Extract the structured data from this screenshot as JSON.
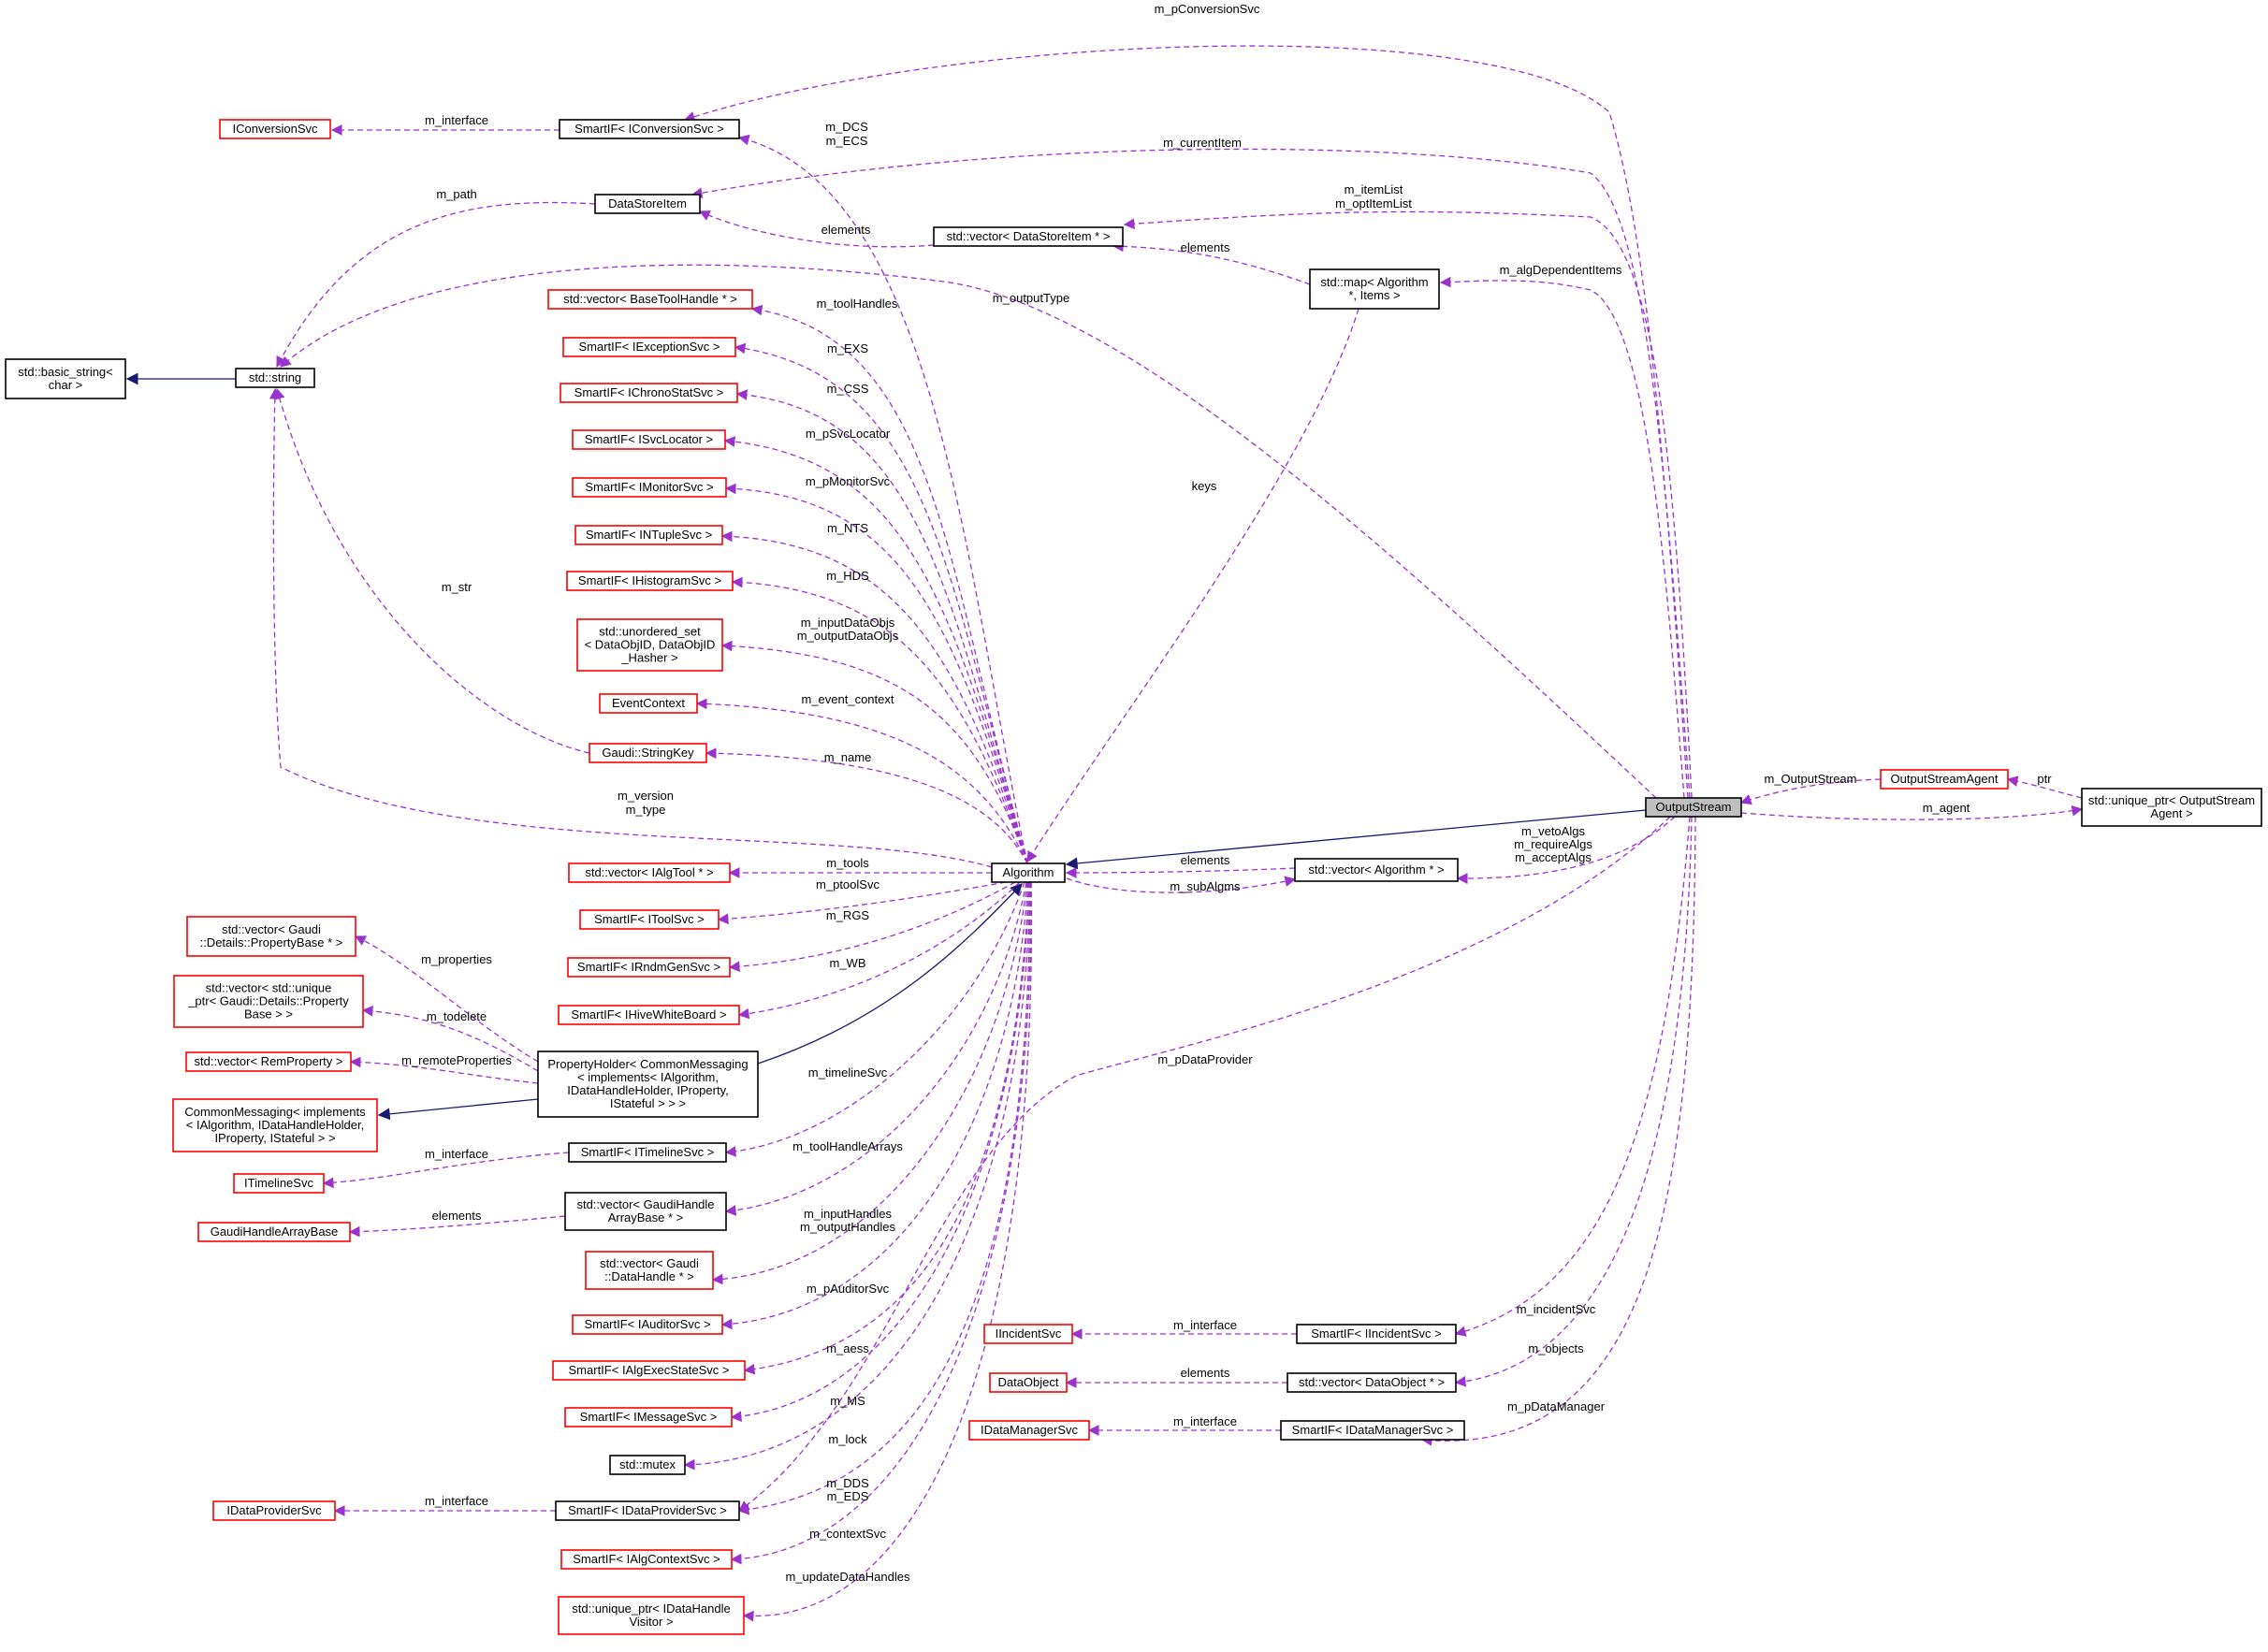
{
  "diagram": {
    "nodes": [
      {
        "id": "stdbasic",
        "lines": [
          "std::basic_string<",
          "char >"
        ],
        "style": "black"
      },
      {
        "id": "stdstring",
        "lines": [
          "std::string"
        ],
        "style": "black"
      },
      {
        "id": "iconversionsvc",
        "lines": [
          "IConversionSvc"
        ],
        "style": "red"
      },
      {
        "id": "smartif_iconv",
        "lines": [
          "SmartIF< IConversionSvc >"
        ],
        "style": "black"
      },
      {
        "id": "datastoreitem",
        "lines": [
          "DataStoreItem"
        ],
        "style": "black"
      },
      {
        "id": "vec_dsi",
        "lines": [
          "std::vector< DataStoreItem * >"
        ],
        "style": "black"
      },
      {
        "id": "map_alg",
        "lines": [
          "std::map< Algorithm",
          "*, Items >"
        ],
        "style": "black"
      },
      {
        "id": "vec_basetool",
        "lines": [
          "std::vector< BaseToolHandle * >"
        ],
        "style": "red"
      },
      {
        "id": "smartif_exc",
        "lines": [
          "SmartIF< IExceptionSvc >"
        ],
        "style": "red"
      },
      {
        "id": "smartif_chrono",
        "lines": [
          "SmartIF< IChronoStatSvc >"
        ],
        "style": "red"
      },
      {
        "id": "smartif_svcloc",
        "lines": [
          "SmartIF< ISvcLocator >"
        ],
        "style": "red"
      },
      {
        "id": "smartif_monitor",
        "lines": [
          "SmartIF< IMonitorSvc >"
        ],
        "style": "red"
      },
      {
        "id": "smartif_ntuple",
        "lines": [
          "SmartIF< INTupleSvc >"
        ],
        "style": "red"
      },
      {
        "id": "smartif_histo",
        "lines": [
          "SmartIF< IHistogramSvc >"
        ],
        "style": "red"
      },
      {
        "id": "unordered_set",
        "lines": [
          "std::unordered_set",
          "< DataObjID, DataObjID",
          "_Hasher >"
        ],
        "style": "red"
      },
      {
        "id": "eventcontext",
        "lines": [
          "EventContext"
        ],
        "style": "red"
      },
      {
        "id": "stringkey",
        "lines": [
          "Gaudi::StringKey"
        ],
        "style": "red"
      },
      {
        "id": "vec_ialgtool",
        "lines": [
          "std::vector< IAlgTool * >"
        ],
        "style": "red"
      },
      {
        "id": "smartif_toolsvc",
        "lines": [
          "SmartIF< IToolSvc >"
        ],
        "style": "red"
      },
      {
        "id": "smartif_rndm",
        "lines": [
          "SmartIF< IRndmGenSvc >"
        ],
        "style": "red"
      },
      {
        "id": "smartif_hive",
        "lines": [
          "SmartIF< IHiveWhiteBoard >"
        ],
        "style": "red"
      },
      {
        "id": "vec_propbase",
        "lines": [
          "std::vector< Gaudi",
          "::Details::PropertyBase * >"
        ],
        "style": "red"
      },
      {
        "id": "vec_uniqueprop",
        "lines": [
          "std::vector< std::unique",
          "_ptr< Gaudi::Details::Property",
          "Base > >"
        ],
        "style": "red"
      },
      {
        "id": "vec_remprop",
        "lines": [
          "std::vector< RemProperty >"
        ],
        "style": "red"
      },
      {
        "id": "commonmsg",
        "lines": [
          "CommonMessaging< implements",
          "< IAlgorithm, IDataHandleHolder,",
          "IProperty, IStateful > >"
        ],
        "style": "red"
      },
      {
        "id": "propholder",
        "lines": [
          "PropertyHolder< CommonMessaging",
          "< implements< IAlgorithm,",
          "IDataHandleHolder, IProperty,",
          "IStateful > > >"
        ],
        "style": "black"
      },
      {
        "id": "itimelinesvc",
        "lines": [
          "ITimelineSvc"
        ],
        "style": "red"
      },
      {
        "id": "smartif_timeline",
        "lines": [
          "SmartIF< ITimelineSvc >"
        ],
        "style": "black"
      },
      {
        "id": "gaudihandlearraybase",
        "lines": [
          "GaudiHandleArrayBase"
        ],
        "style": "red"
      },
      {
        "id": "vec_gaudihandlearray",
        "lines": [
          "std::vector< GaudiHandle",
          "ArrayBase * >"
        ],
        "style": "black"
      },
      {
        "id": "vec_datahandle",
        "lines": [
          "std::vector< Gaudi",
          "::DataHandle * >"
        ],
        "style": "red"
      },
      {
        "id": "smartif_auditor",
        "lines": [
          "SmartIF< IAuditorSvc >"
        ],
        "style": "red"
      },
      {
        "id": "smartif_algexec",
        "lines": [
          "SmartIF< IAlgExecStateSvc >"
        ],
        "style": "red"
      },
      {
        "id": "smartif_message",
        "lines": [
          "SmartIF< IMessageSvc >"
        ],
        "style": "red"
      },
      {
        "id": "stdmutex",
        "lines": [
          "std::mutex"
        ],
        "style": "black"
      },
      {
        "id": "idataprovidersvc",
        "lines": [
          "IDataProviderSvc"
        ],
        "style": "red"
      },
      {
        "id": "smartif_dataprov",
        "lines": [
          "SmartIF< IDataProviderSvc >"
        ],
        "style": "black"
      },
      {
        "id": "smartif_algctx",
        "lines": [
          "SmartIF< IAlgContextSvc >"
        ],
        "style": "red"
      },
      {
        "id": "uniq_visitor",
        "lines": [
          "std::unique_ptr< IDataHandle",
          "Visitor >"
        ],
        "style": "red"
      },
      {
        "id": "algorithm",
        "lines": [
          "Algorithm"
        ],
        "style": "black"
      },
      {
        "id": "vec_algorithm",
        "lines": [
          "std::vector< Algorithm * >"
        ],
        "style": "black"
      },
      {
        "id": "outputstream",
        "lines": [
          "OutputStream"
        ],
        "style": "selected"
      },
      {
        "id": "osagent",
        "lines": [
          "OutputStreamAgent"
        ],
        "style": "red"
      },
      {
        "id": "uniq_osagent",
        "lines": [
          "std::unique_ptr< OutputStream",
          "Agent >"
        ],
        "style": "black"
      },
      {
        "id": "iincidentsvc",
        "lines": [
          "IIncidentSvc"
        ],
        "style": "red"
      },
      {
        "id": "smartif_incident",
        "lines": [
          "SmartIF< IIncidentSvc >"
        ],
        "style": "black"
      },
      {
        "id": "dataobject",
        "lines": [
          "DataObject"
        ],
        "style": "red"
      },
      {
        "id": "vec_dataobject",
        "lines": [
          "std::vector< DataObject * >"
        ],
        "style": "black"
      },
      {
        "id": "idatamanagersvc",
        "lines": [
          "IDataManagerSvc"
        ],
        "style": "red"
      },
      {
        "id": "smartif_datamgr",
        "lines": [
          "SmartIF< IDataManagerSvc >"
        ],
        "style": "black"
      }
    ],
    "edges": [
      {
        "id": "e_basic_string",
        "kind": "inherits",
        "label": []
      },
      {
        "id": "e_algorithm_os",
        "kind": "inherits",
        "label": []
      },
      {
        "id": "e_propholder_alg",
        "kind": "inherits",
        "label": []
      },
      {
        "id": "e_commonmsg_ph",
        "kind": "inherits",
        "label": []
      },
      {
        "id": "e_pconv",
        "kind": "uses",
        "label": [
          "m_pConversionSvc"
        ]
      },
      {
        "id": "e_iconv_interface",
        "kind": "uses",
        "label": [
          "m_interface"
        ]
      },
      {
        "id": "e_dcs",
        "kind": "uses",
        "label": [
          "m_DCS",
          "m_ECS"
        ]
      },
      {
        "id": "e_curitem",
        "kind": "uses",
        "label": [
          "m_currentItem"
        ]
      },
      {
        "id": "e_path",
        "kind": "uses",
        "label": [
          "m_path"
        ]
      },
      {
        "id": "e_dsi_elements",
        "kind": "uses",
        "label": [
          "elements"
        ]
      },
      {
        "id": "e_itemlist",
        "kind": "uses",
        "label": [
          "m_itemList",
          "m_optItemList"
        ]
      },
      {
        "id": "e_map_elements",
        "kind": "uses",
        "label": [
          "elements"
        ]
      },
      {
        "id": "e_algdep",
        "kind": "uses",
        "label": [
          "m_algDependentItems"
        ]
      },
      {
        "id": "e_outputtype",
        "kind": "uses",
        "label": [
          "m_outputType"
        ]
      },
      {
        "id": "e_keys",
        "kind": "uses",
        "label": [
          "keys"
        ]
      },
      {
        "id": "e_toolhandles",
        "kind": "uses",
        "label": [
          "m_toolHandles"
        ]
      },
      {
        "id": "e_exs",
        "kind": "uses",
        "label": [
          "m_EXS"
        ]
      },
      {
        "id": "e_css",
        "kind": "uses",
        "label": [
          "m_CSS"
        ]
      },
      {
        "id": "e_psvcloc",
        "kind": "uses",
        "label": [
          "m_pSvcLocator"
        ]
      },
      {
        "id": "e_pmonitor",
        "kind": "uses",
        "label": [
          "m_pMonitorSvc"
        ]
      },
      {
        "id": "e_nts",
        "kind": "uses",
        "label": [
          "m_NTS"
        ]
      },
      {
        "id": "e_hds",
        "kind": "uses",
        "label": [
          "m_HDS"
        ]
      },
      {
        "id": "e_inputobjs",
        "kind": "uses",
        "label": [
          "m_inputDataObjs",
          "m_outputDataObjs"
        ]
      },
      {
        "id": "e_evctx",
        "kind": "uses",
        "label": [
          "m_event_context"
        ]
      },
      {
        "id": "e_name",
        "kind": "uses",
        "label": [
          "m_name"
        ]
      },
      {
        "id": "e_str",
        "kind": "uses",
        "label": [
          "m_str"
        ]
      },
      {
        "id": "e_version",
        "kind": "uses",
        "label": [
          "m_version",
          "m_type"
        ]
      },
      {
        "id": "e_tools",
        "kind": "uses",
        "label": [
          "m_tools"
        ]
      },
      {
        "id": "e_ptoolsvc",
        "kind": "uses",
        "label": [
          "m_ptoolSvc"
        ]
      },
      {
        "id": "e_rgs",
        "kind": "uses",
        "label": [
          "m_RGS"
        ]
      },
      {
        "id": "e_wb",
        "kind": "uses",
        "label": [
          "m_WB"
        ]
      },
      {
        "id": "e_properties",
        "kind": "uses",
        "label": [
          "m_properties"
        ]
      },
      {
        "id": "e_todelete",
        "kind": "uses",
        "label": [
          "m_todelete"
        ]
      },
      {
        "id": "e_remoteprops",
        "kind": "uses",
        "label": [
          "m_remoteProperties"
        ]
      },
      {
        "id": "e_timeline",
        "kind": "uses",
        "label": [
          "m_timelineSvc"
        ]
      },
      {
        "id": "e_tl_interface",
        "kind": "uses",
        "label": [
          "m_interface"
        ]
      },
      {
        "id": "e_toolhandlearrays",
        "kind": "uses",
        "label": [
          "m_toolHandleArrays"
        ]
      },
      {
        "id": "e_gha_elements",
        "kind": "uses",
        "label": [
          "elements"
        ]
      },
      {
        "id": "e_inputhandles",
        "kind": "uses",
        "label": [
          "m_inputHandles",
          "m_outputHandles"
        ]
      },
      {
        "id": "e_pauditor",
        "kind": "uses",
        "label": [
          "m_pAuditorSvc"
        ]
      },
      {
        "id": "e_aess",
        "kind": "uses",
        "label": [
          "m_aess"
        ]
      },
      {
        "id": "e_ms",
        "kind": "uses",
        "label": [
          "m_MS"
        ]
      },
      {
        "id": "e_lock",
        "kind": "uses",
        "label": [
          "m_lock"
        ]
      },
      {
        "id": "e_dds",
        "kind": "uses",
        "label": [
          "m_DDS",
          "m_EDS"
        ]
      },
      {
        "id": "e_dp_interface",
        "kind": "uses",
        "label": [
          "m_interface"
        ]
      },
      {
        "id": "e_contextsvc",
        "kind": "uses",
        "label": [
          "m_contextSvc"
        ]
      },
      {
        "id": "e_updatehandles",
        "kind": "uses",
        "label": [
          "m_updateDataHandles"
        ]
      },
      {
        "id": "e_valg_elements",
        "kind": "uses",
        "label": [
          "elements"
        ]
      },
      {
        "id": "e_subalgms",
        "kind": "uses",
        "label": [
          "m_subAlgms"
        ]
      },
      {
        "id": "e_vetoalgs",
        "kind": "uses",
        "label": [
          "m_vetoAlgs",
          "m_requireAlgs",
          "m_acceptAlgs"
        ]
      },
      {
        "id": "e_pdataprovider",
        "kind": "uses",
        "label": [
          "m_pDataProvider"
        ]
      },
      {
        "id": "e_m_outputstream",
        "kind": "uses",
        "label": [
          "m_OutputStream"
        ]
      },
      {
        "id": "e_ptr",
        "kind": "uses",
        "label": [
          "ptr"
        ]
      },
      {
        "id": "e_agent",
        "kind": "uses",
        "label": [
          "m_agent"
        ]
      },
      {
        "id": "e_incidentsvc",
        "kind": "uses",
        "label": [
          "m_incidentSvc"
        ]
      },
      {
        "id": "e_inc_interface",
        "kind": "uses",
        "label": [
          "m_interface"
        ]
      },
      {
        "id": "e_objects",
        "kind": "uses",
        "label": [
          "m_objects"
        ]
      },
      {
        "id": "e_do_elements",
        "kind": "uses",
        "label": [
          "elements"
        ]
      },
      {
        "id": "e_pdatamanager",
        "kind": "uses",
        "label": [
          "m_pDataManager"
        ]
      },
      {
        "id": "e_dm_interface",
        "kind": "uses",
        "label": [
          "m_interface"
        ]
      }
    ]
  }
}
